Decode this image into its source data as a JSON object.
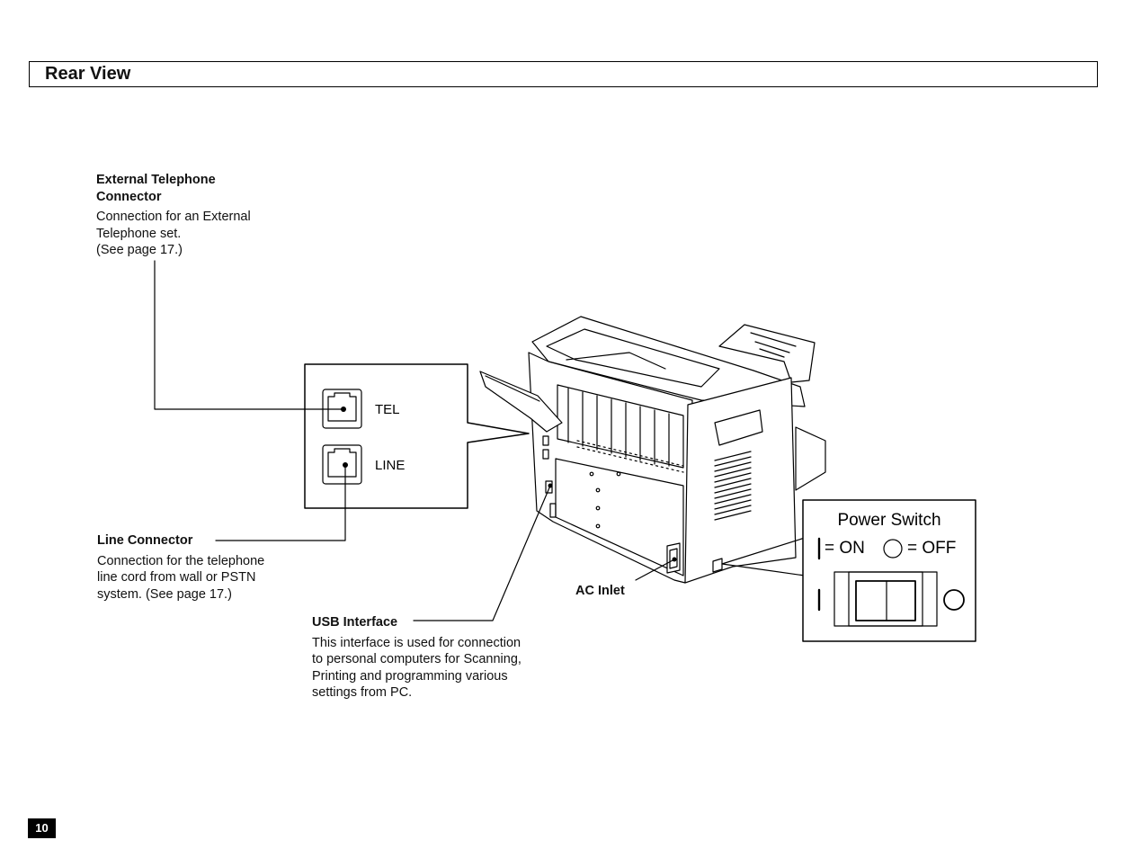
{
  "page": {
    "title": "Rear View",
    "page_number": "10"
  },
  "callouts": {
    "ext_tel": {
      "heading_line1": "External  Telephone",
      "heading_line2": "Connector",
      "desc1": "Connection for an External",
      "desc2": "Telephone set.",
      "desc3": "(See page 17.)"
    },
    "line": {
      "heading": "Line  Connector",
      "desc1": "Connection for the telephone",
      "desc2": "line cord from wall or PSTN",
      "desc3": "system. (See page 17.)"
    },
    "usb": {
      "heading": "USB Interface",
      "desc1": "This interface is used for connection",
      "desc2": "to personal computers for Scanning,",
      "desc3": "Printing and programming various",
      "desc4": "settings  from  PC."
    },
    "ac": {
      "heading": "AC Inlet"
    }
  },
  "connector_panel": {
    "tel_label": "TEL",
    "line_label": "LINE"
  },
  "power_switch": {
    "title": "Power Switch",
    "on_label": "= ON",
    "off_label": "= OFF"
  }
}
